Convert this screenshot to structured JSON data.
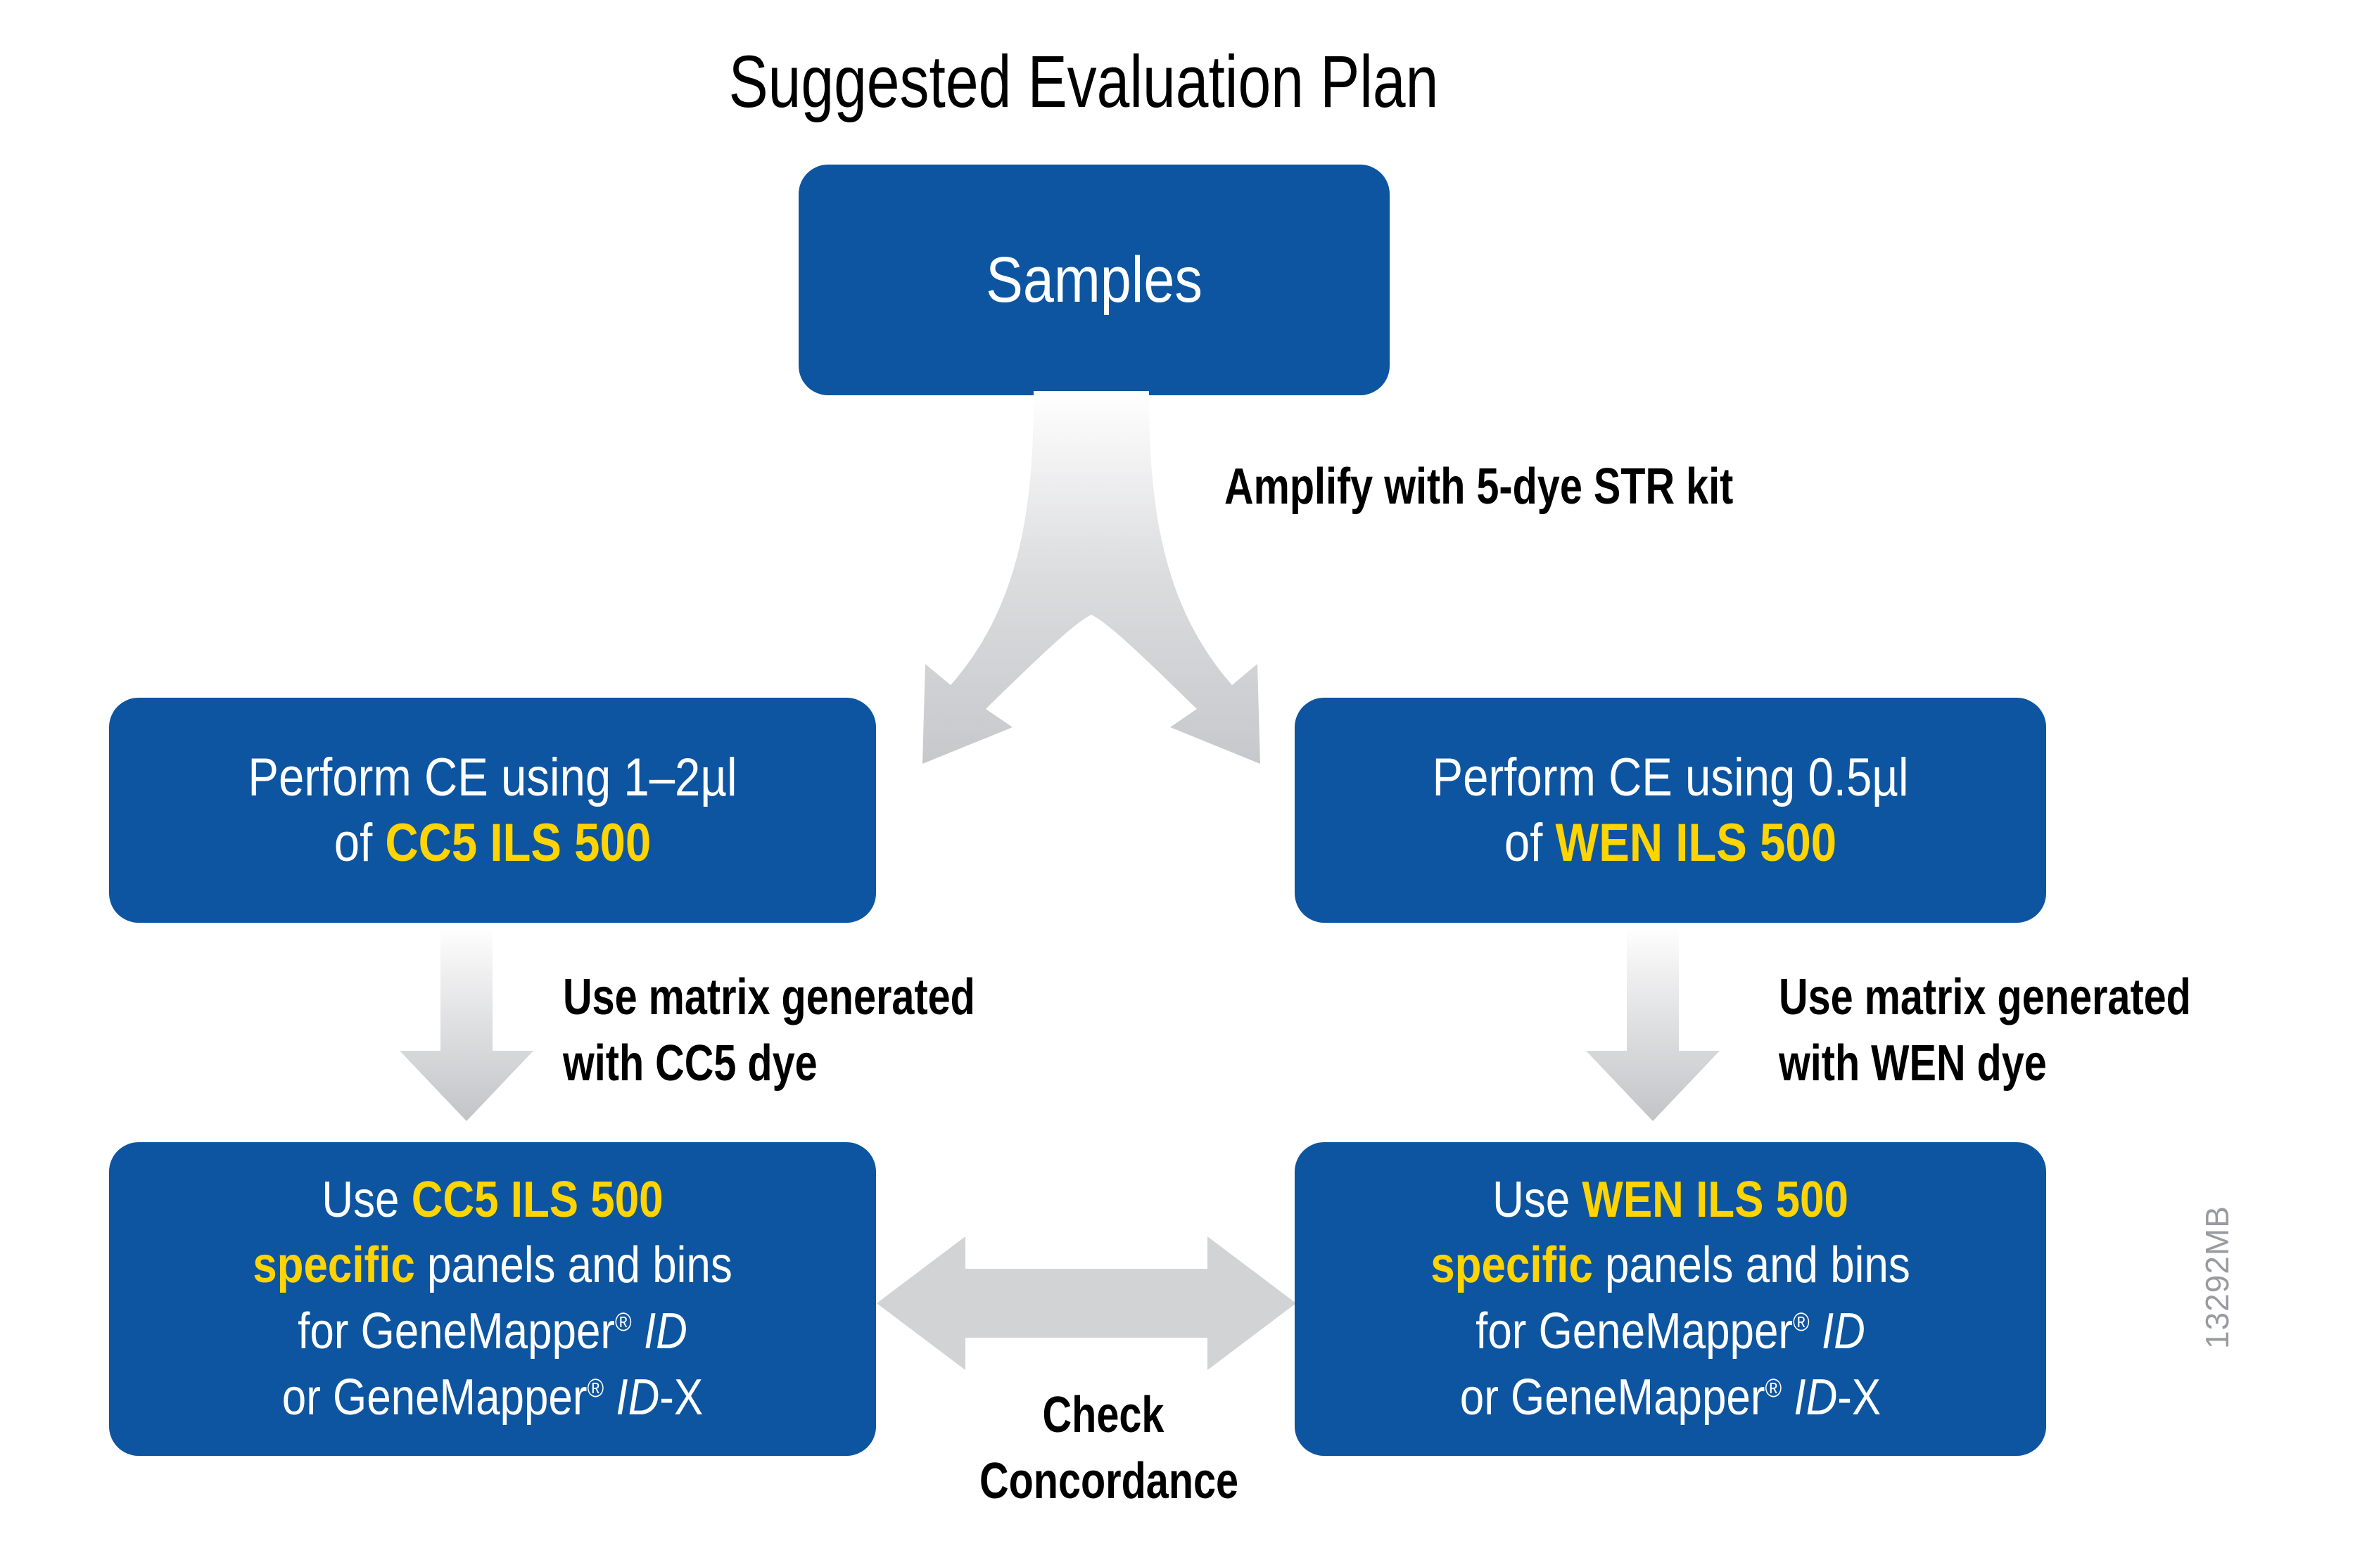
{
  "page": {
    "title": "Suggested Evaluation Plan",
    "doc_code": "13292MB",
    "colors": {
      "box_blue": "#0d55a0",
      "highlight_yellow": "#ffd400",
      "arrow_gray": "#d2d3d5",
      "arrow_gradient_light": "#fdfdfd",
      "text_white": "#ffffff",
      "text_black": "#000000",
      "code_gray": "#9a9ba0",
      "background": "#ffffff"
    }
  },
  "nodes": {
    "samples": {
      "label": "Samples"
    },
    "ce_left": {
      "line1": "Perform CE using 1–2µl",
      "line2_prefix": "of ",
      "line2_highlight": "CC5 ILS 500"
    },
    "ce_right": {
      "line1": "Perform CE using 0.5µl",
      "line2_prefix": "of ",
      "line2_highlight": "WEN ILS 500"
    },
    "panels_left": {
      "line1_prefix": "Use ",
      "line1_highlight": "CC5 ILS 500",
      "line2_highlight": "specific",
      "line2_suffix": " panels and bins",
      "line3_prefix": "for GeneMapper",
      "line3_reg": "®",
      "line3_italic": "ID",
      "line4_prefix": "or GeneMapper",
      "line4_reg": "®",
      "line4_italic": "ID",
      "line4_suffix": "-X"
    },
    "panels_right": {
      "line1_prefix": "Use ",
      "line1_highlight": "WEN ILS 500",
      "line2_highlight": "specific",
      "line2_suffix": " panels and bins",
      "line3_prefix": "for GeneMapper",
      "line3_reg": "®",
      "line3_italic": "ID",
      "line4_prefix": "or GeneMapper",
      "line4_reg": "®",
      "line4_italic": "ID",
      "line4_suffix": "-X"
    }
  },
  "annotations": {
    "amplify": {
      "line1": "Amplify with 5-dye STR kit"
    },
    "matrix_left": {
      "line1": "Use matrix generated",
      "line2": "with CC5 dye"
    },
    "matrix_right": {
      "line1": "Use matrix generated",
      "line2": "with WEN dye"
    },
    "concordance": {
      "line1": "Check",
      "line2": "Concordance"
    }
  },
  "flow": {
    "edges": [
      {
        "from": "samples",
        "to": "ce_left",
        "label": "Amplify with 5-dye STR kit",
        "style": "split-arrow"
      },
      {
        "from": "samples",
        "to": "ce_right",
        "label": "Amplify with 5-dye STR kit",
        "style": "split-arrow"
      },
      {
        "from": "ce_left",
        "to": "panels_left",
        "label": "Use matrix generated with CC5 dye",
        "style": "down-arrow"
      },
      {
        "from": "ce_right",
        "to": "panels_right",
        "label": "Use matrix generated with WEN dye",
        "style": "down-arrow"
      },
      {
        "from": "panels_left",
        "to": "panels_right",
        "label": "Check Concordance",
        "style": "double-headed-arrow"
      }
    ]
  }
}
